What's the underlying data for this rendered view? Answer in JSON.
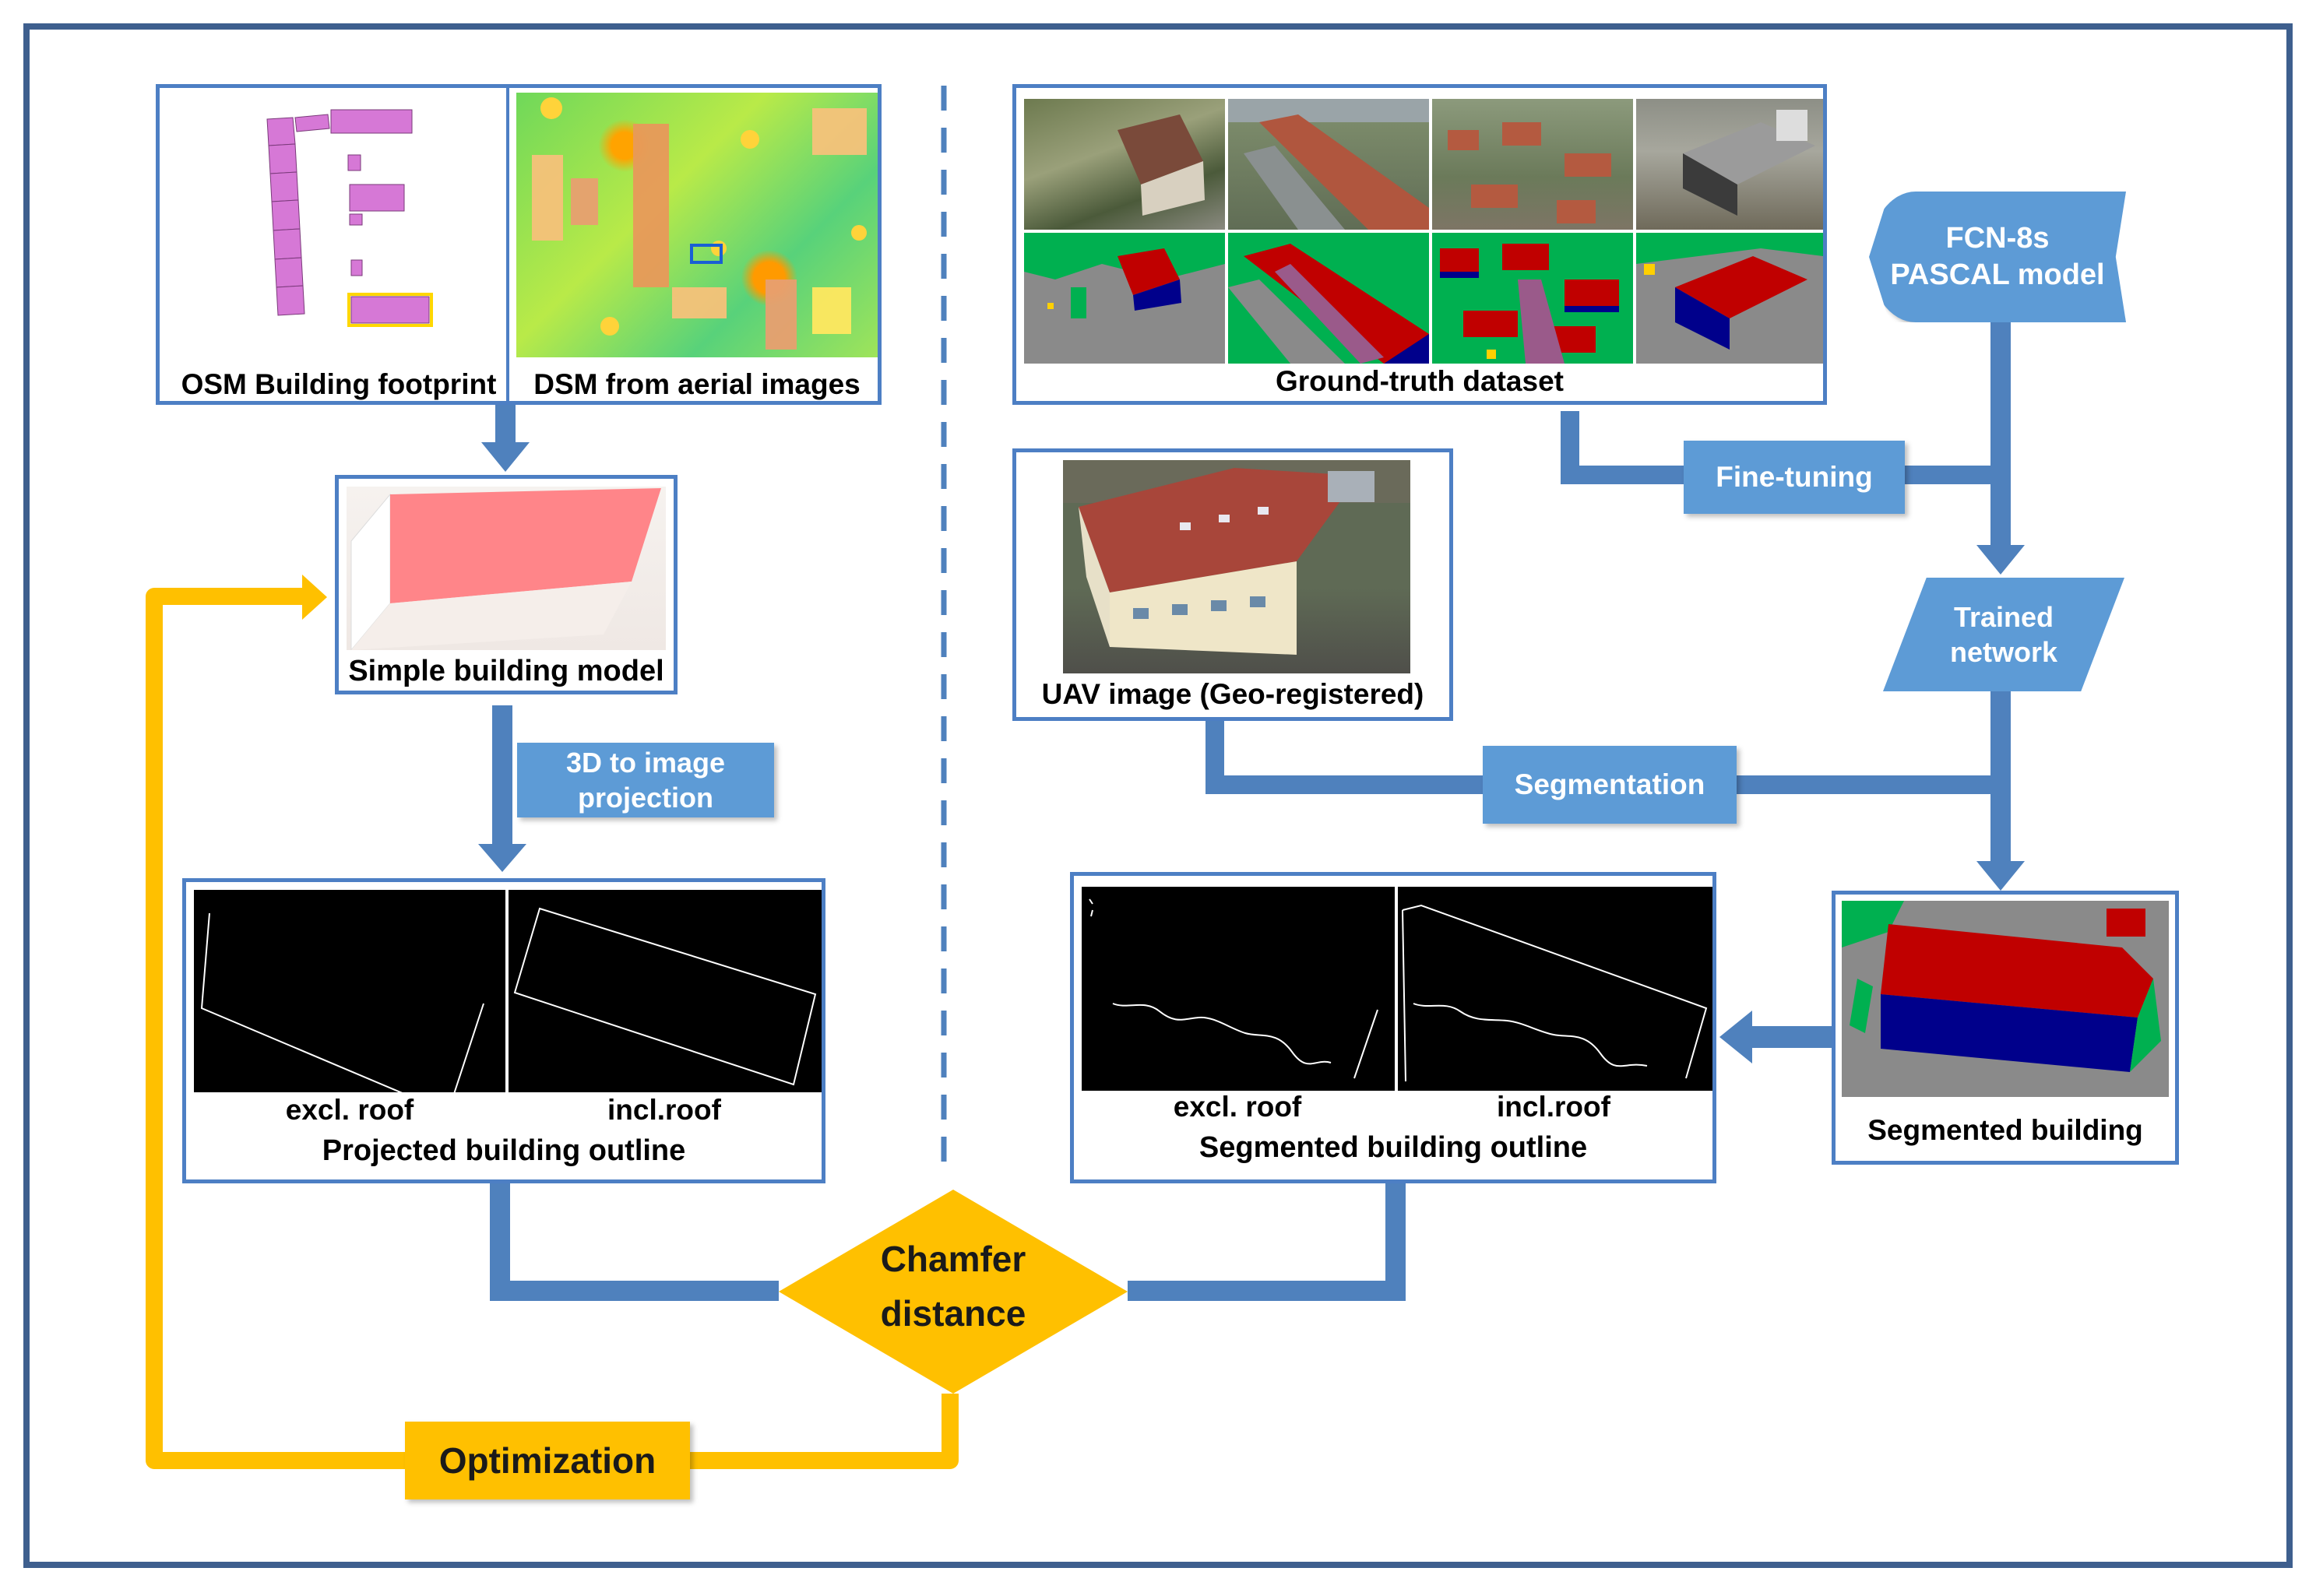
{
  "panels": {
    "osm_label": "OSM Building footprint",
    "dsm_label": "DSM from aerial images",
    "simple_model_label": "Simple building model",
    "projection_label_line1": "3D to image",
    "projection_label_line2": "projection",
    "projected_excl": "excl. roof",
    "projected_incl": "incl.roof",
    "projected_title": "Projected building outline",
    "groundtruth_label": "Ground-truth dataset",
    "fcn_line1": "FCN-8s",
    "fcn_line2": "PASCAL model",
    "finetuning_label": "Fine-tuning",
    "trained_line1": "Trained",
    "trained_line2": "network",
    "uav_label": "UAV image (Geo-registered)",
    "segmentation_label": "Segmentation",
    "segmented_excl": "excl. roof",
    "segmented_incl": "incl.roof",
    "segmented_title": "Segmented building outline",
    "segmented_building_label": "Segmented building",
    "chamfer_line1": "Chamfer",
    "chamfer_line2": "distance",
    "optimization_label": "Optimization"
  },
  "colors": {
    "frame": "#3e5f8e",
    "panel_border": "#4d7fc4",
    "flow_blue": "#4f81bd",
    "box_blue": "#5d9bd6",
    "orange": "#ffc000",
    "roof_red": "#c00000",
    "facade_blue": "#00008b",
    "vegetation_green": "#00b050"
  }
}
